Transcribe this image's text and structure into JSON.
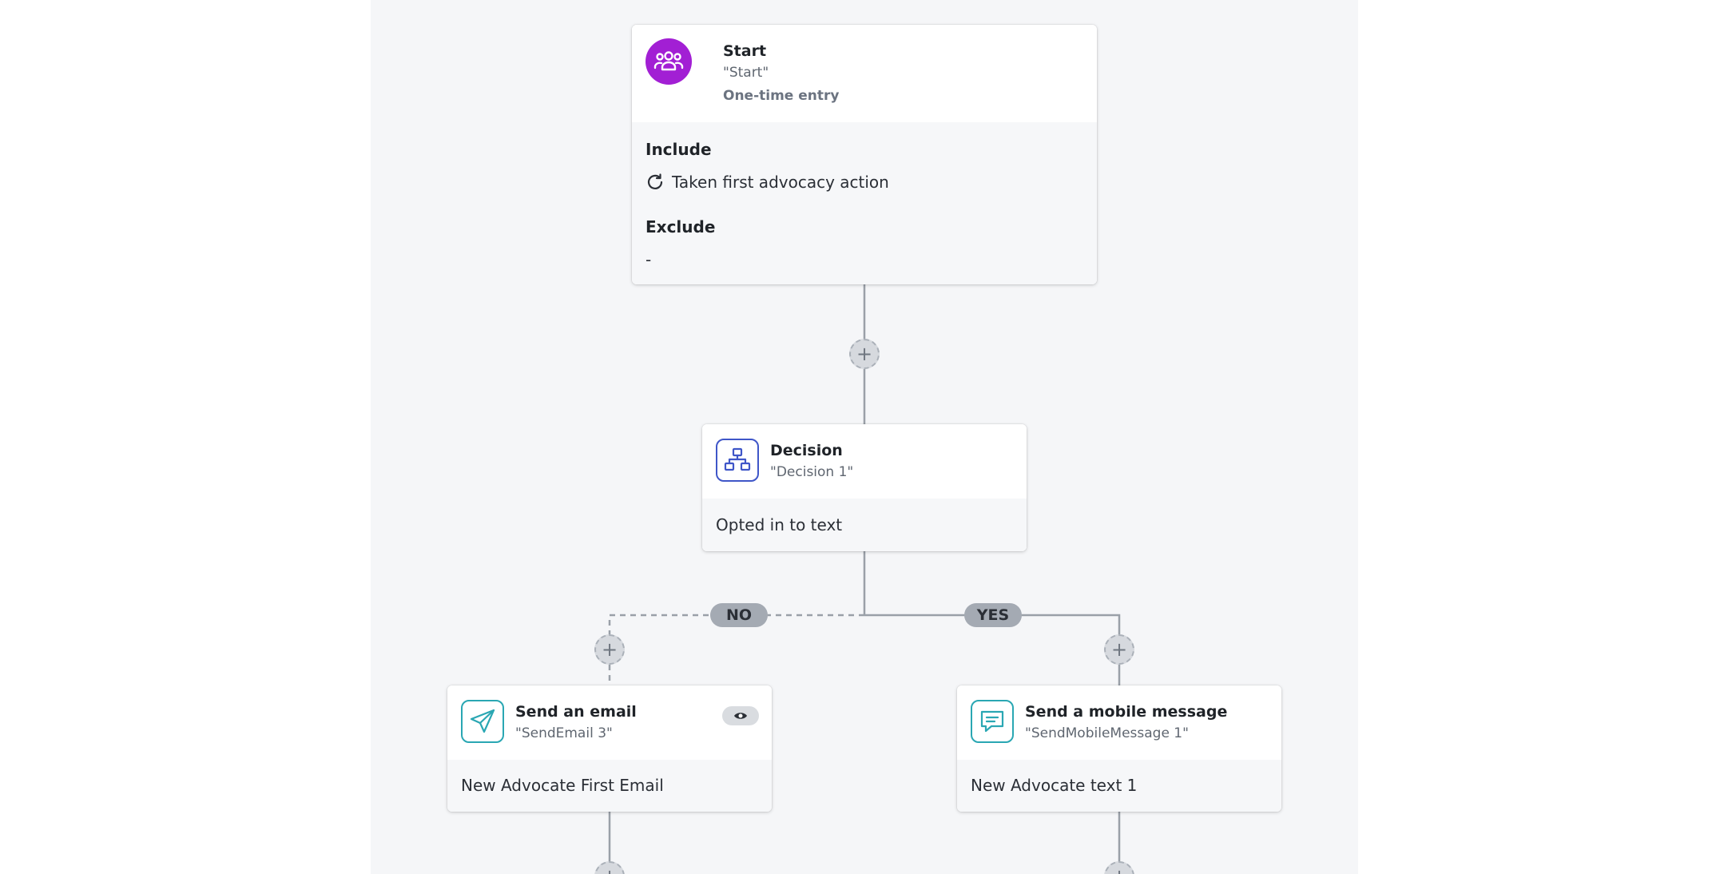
{
  "start": {
    "title": "Start",
    "subtitle": "\"Start\"",
    "entry": "One-time entry",
    "include_label": "Include",
    "include_item": "Taken first advocacy action",
    "exclude_label": "Exclude",
    "exclude_value": "-"
  },
  "decision": {
    "title": "Decision",
    "subtitle": "\"Decision 1\"",
    "body": "Opted in to text"
  },
  "branches": {
    "no_label": "NO",
    "yes_label": "YES"
  },
  "email_node": {
    "title": "Send an email",
    "subtitle": "\"SendEmail 3\"",
    "body": "New Advocate First Email"
  },
  "mobile_node": {
    "title": "Send a mobile message",
    "subtitle": "\"SendMobileMessage 1\"",
    "body": "New Advocate text 1"
  },
  "add_step_symbol": "+",
  "colors": {
    "start_icon_bg": "#a21fd4",
    "decision_icon": "#3f56c8",
    "message_icon": "#2aa7b3",
    "connector": "#9aa0a8",
    "canvas_bg": "#f5f6f8"
  }
}
